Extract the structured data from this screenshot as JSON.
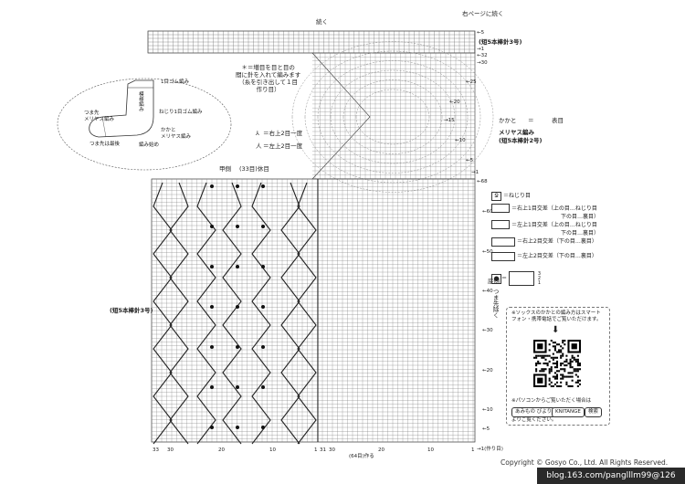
{
  "header": {
    "continue_right": "右ページに続く",
    "continued": "続く"
  },
  "top_chart": {
    "needle": "(短5本棒針3号)",
    "row_markers": [
      "←5",
      "→1",
      "←32",
      "→30",
      "←25",
      "←20",
      "→15",
      "←10",
      "←5",
      "→1"
    ],
    "increase_note": [
      "＊＝増目を目と目の",
      "間に針を入れて編みます",
      "（糸を引き出して１目",
      "作り目）"
    ],
    "decrease_right": "＝右上2目一度",
    "decrease_left": "＝左上2目一度",
    "heel_label": "かかと",
    "heel_symbol_note": "＝",
    "heel_symbol_note2": "表目",
    "stockinette": "メリヤス編み",
    "stockinette_needle": "(短5本棒針2号)"
  },
  "sock_illustration": {
    "rib": "1目ゴム編み",
    "pattern": "模様編み",
    "twisted_rib": "ねじり1目ゴム編み",
    "toe": "つま先\nメリヤス編み",
    "heel": "かかと\nメリヤス編み",
    "toe_end": "つま先は最後",
    "start": "編み始め"
  },
  "main_chart": {
    "instep_label": "甲側",
    "rest_label": "(33目)休目",
    "needle": "(短5本棒針3号)",
    "sole_label": "底側",
    "toe_note": "つま先除く",
    "row_markers": [
      "←68",
      "←60",
      "←50",
      "←40",
      "←30",
      "←20",
      "←10",
      "←5",
      "→1(作り目)"
    ],
    "bottom_numbers_left": [
      "33",
      "30",
      "20",
      "10",
      "1"
    ],
    "bottom_numbers_right": [
      "31",
      "30",
      "20",
      "10",
      "1"
    ],
    "cast_on": "(64目)作る"
  },
  "legend": [
    {
      "icon": "twist-stitch-icon",
      "label": "＝ねじり目"
    },
    {
      "icon": "right-cross-icon",
      "label": "＝右上1目交差（上の目…ねじり目\n　　　　　　　　　下の目…裏目）"
    },
    {
      "icon": "left-cross-icon",
      "label": "＝左上1目交差（上の目…ねじり目\n　　　　　　　　　下の目…裏目）"
    },
    {
      "icon": "right-2cross-icon",
      "label": "＝右上2目交差（下の目…裏目）"
    },
    {
      "icon": "left-2cross-icon",
      "label": "＝左上2目交差（下の目…裏目）"
    },
    {
      "icon": "bobble-icon",
      "label": "＝",
      "rows": [
        "3",
        "2",
        "1"
      ]
    }
  ],
  "qr_panel": {
    "top_text": "※ソックスのかかとの編み方はスマート\nフォン・携帯電話でご覧いただけます。",
    "bottom_text": "※パソコンからご覧いただく場合は",
    "btn1": "あみもの びより",
    "btn2": "KNITANGE",
    "btn3": "検索",
    "tail": "よりご覧ください。"
  },
  "footer": {
    "copyright": "Copyright © Gosyo Co., Ltd. All Rights Reserved.",
    "watermark": "blog.163.com/panglllm99@126"
  }
}
